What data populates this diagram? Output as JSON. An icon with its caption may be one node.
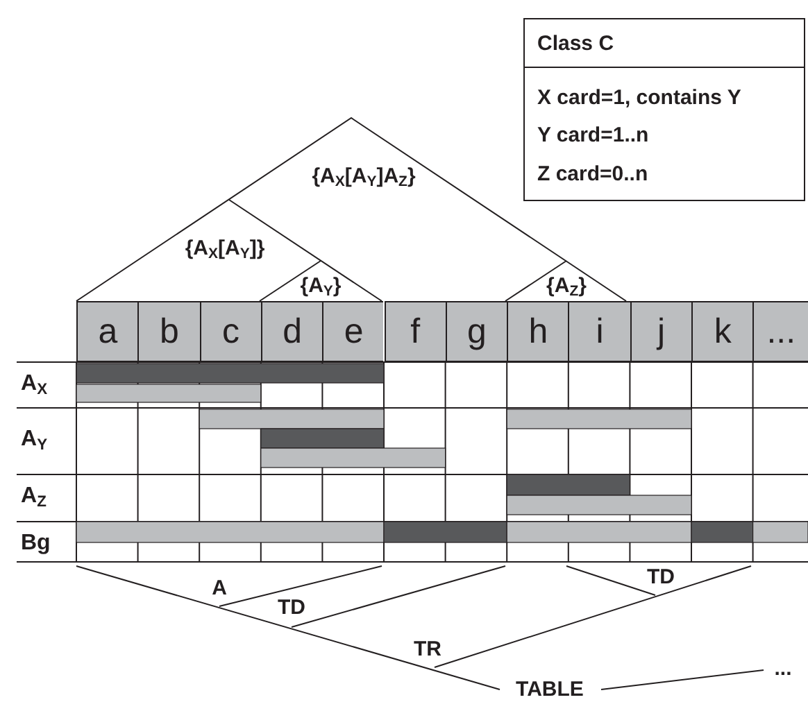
{
  "diagram": {
    "nodes": [
      {
        "text": [
          "Class C",
          "X card=1, contains Y",
          "Y card=1..n",
          "Z card=0..n"
        ]
      }
    ],
    "edges": [],
    "labels": [
      "{A$_{X}$[A$_{Y}$]A$_{Z}$}",
      "{A$_{X}$[A$_{Y}$]}",
      "{A$_{Y}$}",
      "{A$_{Z}$}",
      "a",
      "b",
      "c",
      "d",
      "e",
      "f",
      "g",
      "h",
      "i",
      "j",
      "k",
      "...",
      "A$_{X}$",
      "A$_{Y}$",
      "A$_{Z}$",
      "Bg",
      "A",
      "TD",
      "TR",
      "TABLE",
      "TD",
      "..."
    ]
  }
}
